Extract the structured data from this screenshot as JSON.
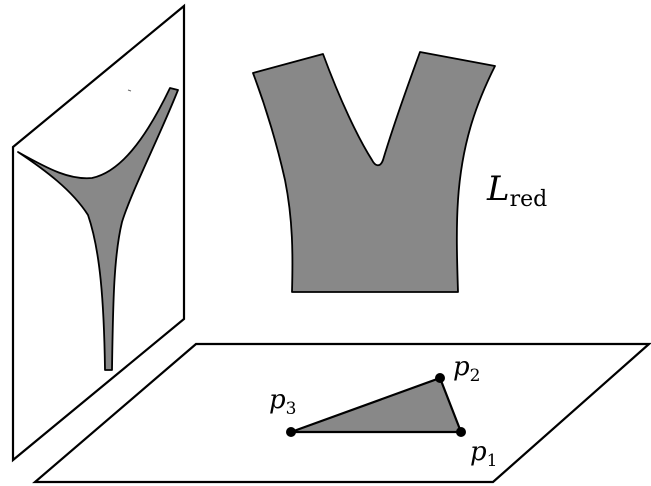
{
  "colors": {
    "fill": "#888888",
    "stroke": "#000000",
    "background": "#ffffff"
  },
  "label_L": {
    "main": "L",
    "sub": "red"
  },
  "points": [
    {
      "main": "p",
      "sub": "1"
    },
    {
      "main": "p",
      "sub": "2"
    },
    {
      "main": "p",
      "sub": "3"
    }
  ]
}
